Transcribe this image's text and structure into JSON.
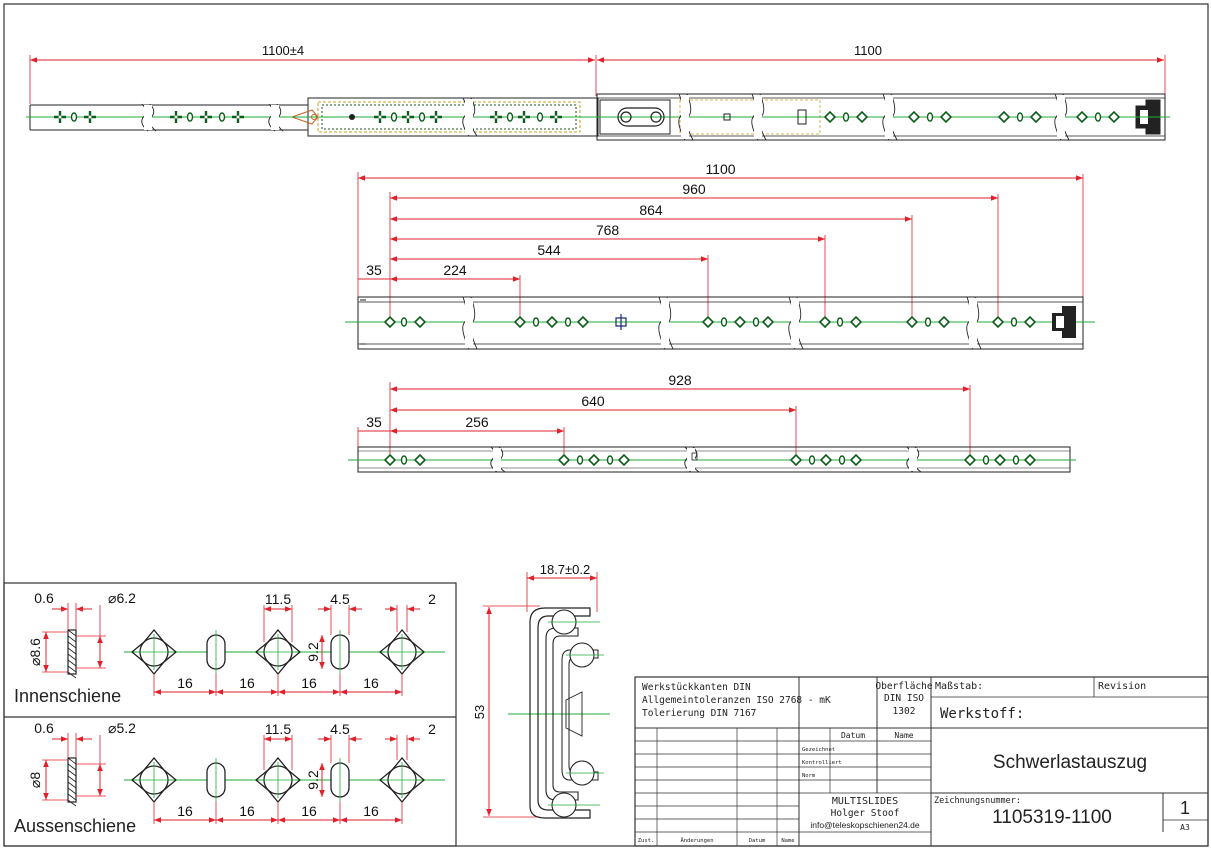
{
  "colors": {
    "dimension_line": "#e0202a",
    "center_line": "#1fae3a",
    "outline": "#222222",
    "hole_fill": "#0b5d1a",
    "ball_cage": "#c9a020"
  },
  "top_view": {
    "dims": {
      "left": "1100±4",
      "right": "1100"
    }
  },
  "middle_view": {
    "dims": [
      "1100",
      "960",
      "864",
      "768",
      "544",
      "224",
      "35"
    ]
  },
  "lower_view": {
    "dims": [
      "928",
      "640",
      "256",
      "35"
    ]
  },
  "detail_inner": {
    "label": "Innenschiene",
    "dims": {
      "thickness": "0.6",
      "hole_dia": "⌀6.2",
      "height": "⌀8.6",
      "hole_width": "11.5",
      "slot_width": "4.5",
      "slot_height": "9.2",
      "edge": "2",
      "pitch": "16"
    }
  },
  "detail_outer": {
    "label": "Aussenschiene",
    "dims": {
      "thickness": "0.6",
      "hole_dia": "⌀5.2",
      "height": "⌀8",
      "hole_width": "11.5",
      "slot_width": "4.5",
      "slot_height": "9.2",
      "edge": "2",
      "pitch": "16"
    }
  },
  "profile": {
    "width": "18.7±0.2",
    "height": "53"
  },
  "title_block": {
    "notes": [
      "Werkstückkanten DIN",
      "Allgemeintoleranzen ISO 2768 - mK",
      "Tolerierung DIN 7167"
    ],
    "surface_label": "Oberfläche",
    "surface_std": "DIN ISO",
    "surface_num": "1302",
    "scale_label": "Maßstab:",
    "revision_label": "Revision",
    "material_label": "Werkstoff:",
    "date_label": "Datum",
    "name_label": "Name",
    "row_labels": [
      "Gezeichnet",
      "Kontrolliert",
      "Norm"
    ],
    "part_title": "Schwerlastauszug",
    "company": "MULTISLIDES",
    "person": "Holger Stoof",
    "email": "info@teleskopschienen24.de",
    "drawing_no_label": "Zeichnungsnummer:",
    "drawing_no": "1105319-1100",
    "sheet": "1",
    "format": "A3",
    "footer": [
      "Zust.",
      "Änderungen",
      "Datum",
      "Name"
    ]
  }
}
